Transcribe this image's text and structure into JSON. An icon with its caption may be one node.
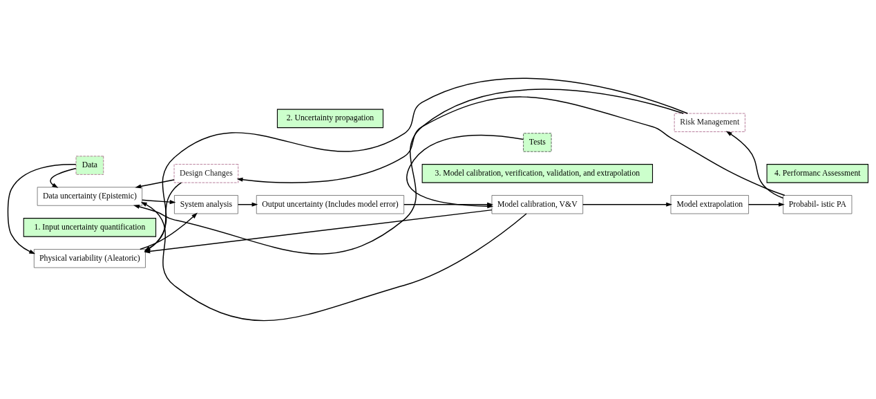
{
  "diagram": {
    "nodes": [
      {
        "text": [
          "Risk Management"
        ]
      },
      {
        "text": [
          "Design Changes"
        ]
      },
      {
        "text": [
          "Physical variability (Aleatoric)"
        ]
      },
      {
        "text": [
          "Data"
        ]
      },
      {
        "text": [
          "Data uncertainty (Epistemic)"
        ]
      },
      {
        "text": [
          "System analysis"
        ]
      },
      {
        "text": [
          "Output uncertainty (Includes model error)"
        ]
      },
      {
        "text": [
          "Model calibration, V&V"
        ]
      },
      {
        "text": [
          "Model extrapolation"
        ]
      },
      {
        "text": [
          "Probabil- istic PA"
        ]
      },
      {
        "text": [
          "Tests"
        ]
      },
      {
        "text": [
          "1. Input uncertainty quantification"
        ]
      },
      {
        "text": [
          "2. Uncertainty propagation"
        ]
      },
      {
        "text": [
          "3. Model calibration, verification, validation, and extrapolation"
        ]
      },
      {
        "text": [
          "4. Performanc Assessment"
        ]
      }
    ],
    "edges": [
      {
        "from": 0,
        "to": 2,
        "arrow": "to"
      },
      {
        "from": 0,
        "to": 4,
        "arrow": "to"
      },
      {
        "from": 1,
        "to": 2,
        "arrow": "to"
      },
      {
        "from": 1,
        "to": 4,
        "arrow": "to"
      },
      {
        "from": 7,
        "to": 2,
        "arrow": "to"
      },
      {
        "from": 7,
        "to": 4,
        "arrow": "to"
      },
      {
        "from": 3,
        "to": 2,
        "arrow": "to"
      },
      {
        "from": 3,
        "to": 4,
        "arrow": "to"
      },
      {
        "from": 2,
        "to": 5,
        "arrow": "to"
      },
      {
        "from": 4,
        "to": 5,
        "arrow": "to"
      },
      {
        "from": 5,
        "to": 6,
        "arrow": "to"
      },
      {
        "from": 6,
        "to": 7,
        "arrow": "to"
      },
      {
        "from": 7,
        "to": 8,
        "arrow": "to"
      },
      {
        "from": 8,
        "to": 9,
        "arrow": "to"
      },
      {
        "from": 10,
        "to": 7,
        "arrow": "to"
      },
      {
        "from": 9,
        "to": 1,
        "arrow": "to"
      },
      {
        "from": 9,
        "to": 0,
        "arrow": "to"
      }
    ]
  }
}
